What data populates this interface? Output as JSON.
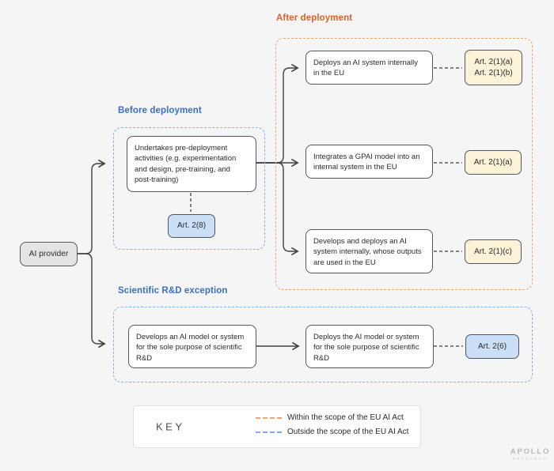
{
  "diagram": {
    "provider": {
      "label": "AI provider"
    },
    "sections": {
      "before": {
        "title": "Before deployment",
        "box": "Undertakes pre-deployment activities (e.g. experimentation and design, pre-training, and post-training)",
        "article": "Art. 2(8)"
      },
      "after": {
        "title": "After deployment",
        "rows": [
          {
            "box": "Deploys an AI system internally in the EU",
            "articles": [
              "Art. 2(1)(a)",
              "Art. 2(1)(b)"
            ]
          },
          {
            "box": "Integrates a GPAI model into an internal system in the EU",
            "articles": [
              "Art. 2(1)(a)"
            ]
          },
          {
            "box": "Develops and deploys an AI system internally, whose outputs are used in the EU",
            "articles": [
              "Art. 2(1)(c)"
            ]
          }
        ]
      },
      "scientific": {
        "title": "Scientific R&D exception",
        "boxes": [
          "Develops an AI model or system for the sole purpose of scientific R&D",
          "Deploys the AI model or system for the sole purpose of scientific R&D"
        ],
        "article": "Art. 2(6)"
      }
    },
    "key": {
      "label": "KEY",
      "items": [
        {
          "label": "Within the scope of the EU AI Act",
          "color": "#f0a471"
        },
        {
          "label": "Outside the scope of the EU AI Act",
          "color": "#7fabe8"
        }
      ]
    },
    "logo": {
      "name": "APOLLO",
      "subtitle": "RESEARCH"
    },
    "colors": {
      "background": "#f5f5f6",
      "within_scope_accent": "#d9632a",
      "within_scope_dash": "#f0a471",
      "outside_scope_accent": "#3a6fc9",
      "outside_scope_dash": "#85b1ea",
      "article_within_fill": "#faf3d8",
      "article_outside_fill": "#cbdff7",
      "provider_fill": "#e4e4e4"
    }
  }
}
